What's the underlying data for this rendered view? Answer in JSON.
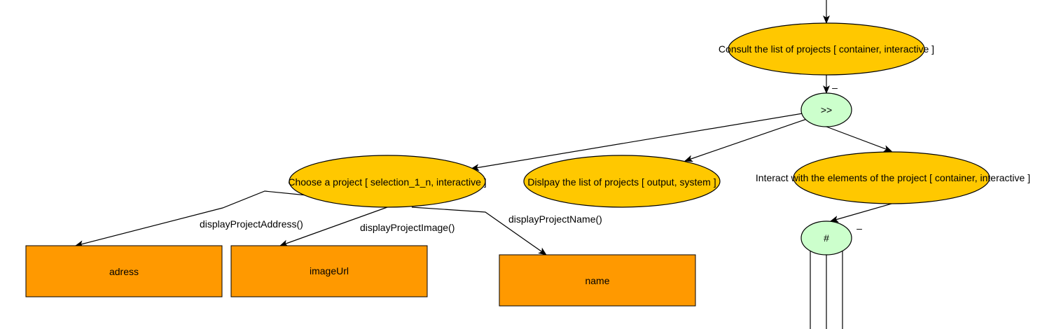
{
  "colors": {
    "task_fill": "#FFC800",
    "operator_fill": "#CCFFCC",
    "attribute_fill": "#FF9900",
    "line": "#000000"
  },
  "tasks": {
    "consult": "Consult the list of projects  [ container, interactive ]",
    "choose": "Choose a project  [ selection_1_n, interactive ]",
    "display": "Dislpay the list of projects  [ output, system ]",
    "interact": "Interact with the elements of the project  [ container, interactive ]"
  },
  "operators": {
    "sequence": ">>",
    "parallel": "#",
    "sequence_marker": "–",
    "parallel_marker": "–"
  },
  "attributes": {
    "adress": "adress",
    "image_url": "imageUrl",
    "name": "name"
  },
  "edge_labels": {
    "address": "displayProjectAddress()",
    "image": "displayProjectImage()",
    "name": "displayProjectName()"
  }
}
